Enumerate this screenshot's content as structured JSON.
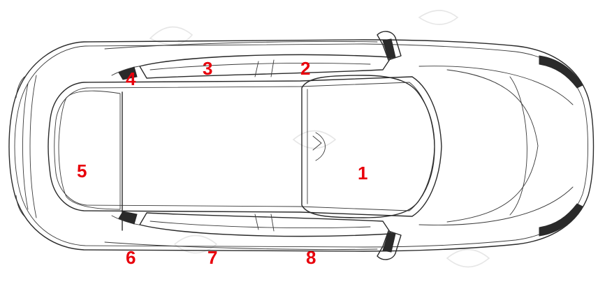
{
  "diagram": {
    "subject": "car-top-view",
    "label_color": "#e8000b",
    "line_color": "#2a2a2a",
    "labels": [
      {
        "id": "1",
        "text": "1"
      },
      {
        "id": "2",
        "text": "2"
      },
      {
        "id": "3",
        "text": "3"
      },
      {
        "id": "4",
        "text": "4"
      },
      {
        "id": "5",
        "text": "5"
      },
      {
        "id": "6",
        "text": "6"
      },
      {
        "id": "7",
        "text": "7"
      },
      {
        "id": "8",
        "text": "8"
      }
    ]
  }
}
